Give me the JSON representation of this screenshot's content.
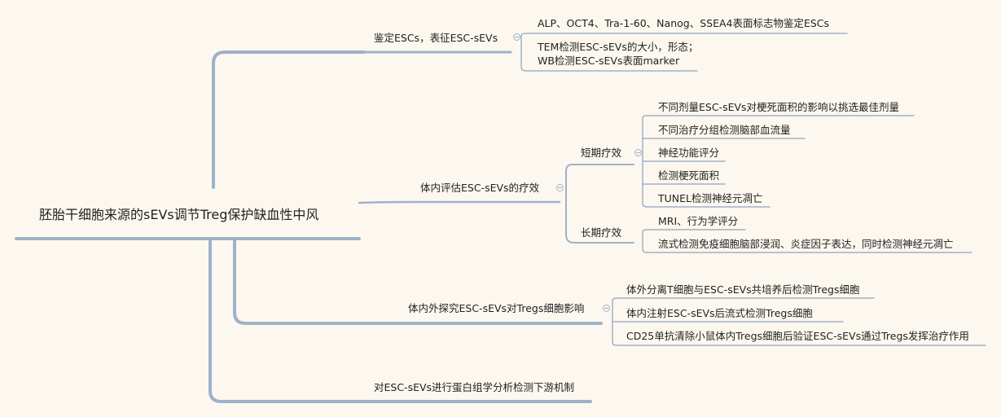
{
  "root": "胚胎干细胞来源的sEVs调节Treg保护缺血性中风",
  "branches": [
    {
      "label": "鉴定ESCs，表征ESC-sEVs",
      "children": [
        "ALP、OCT4、Tra-1-60、Nanog、SSEA4表面标志物鉴定ESCs",
        "TEM检测ESC-sEVs的大小，形态；",
        "WB检测ESC-sEVs表面marker"
      ]
    },
    {
      "label": "体内评估ESC-sEVs的疗效",
      "children": [
        {
          "label": "短期疗效",
          "children": [
            "不同剂量ESC-sEVs对梗死面积的影响以挑选最佳剂量",
            "不同治疗分组检测脑部血流量",
            "神经功能评分",
            "检测梗死面积",
            "TUNEL检测神经元凋亡"
          ]
        },
        {
          "label": "长期疗效",
          "children": [
            "MRI、行为学评分",
            "流式检测免疫细胞脑部浸润、炎症因子表达，同时检测神经元凋亡"
          ]
        }
      ]
    },
    {
      "label": "体内外探究ESC-sEVs对Tregs细胞影响",
      "children": [
        "体外分离T细胞与ESC-sEVs共培养后检测Tregs细胞",
        "体内注射ESC-sEVs后流式检测Tregs细胞",
        "CD25单抗清除小鼠体内Tregs细胞后验证ESC-sEVs通过Tregs发挥治疗作用"
      ]
    },
    {
      "label": "对ESC-sEVs进行蛋白组学分析检测下游机制"
    }
  ],
  "colors": {
    "background": "#fdf8ef",
    "line": "#9fb1c9",
    "text": "#222222"
  }
}
